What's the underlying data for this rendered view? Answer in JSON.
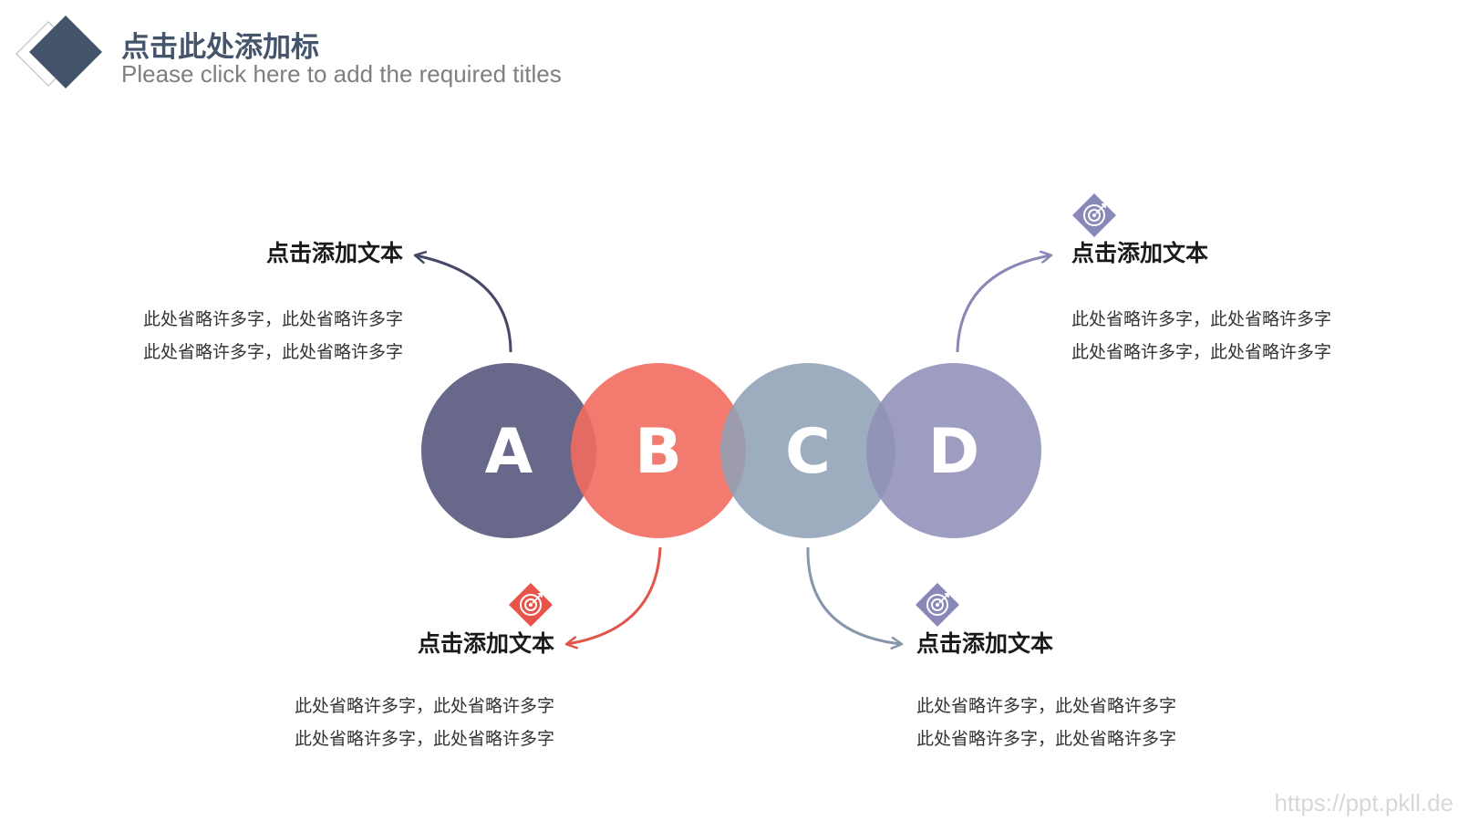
{
  "header": {
    "title": "点击此处添加标",
    "subtitle": "Please click here to add the required titles"
  },
  "colors": {
    "header_diamond": "#44546a",
    "circle_a": "#5b5b80",
    "circle_b": "#f26b5f",
    "circle_c": "#8fa0b5",
    "circle_d": "#8f8fb8",
    "accent_red": "#e8544a",
    "accent_purple": "#8a88b8"
  },
  "circles": [
    {
      "letter": "A"
    },
    {
      "letter": "B"
    },
    {
      "letter": "C"
    },
    {
      "letter": "D"
    }
  ],
  "nodes": {
    "a": {
      "title": "点击添加文本",
      "lines": [
        "此处省略许多字，此处省略许多字",
        "此处省略许多字，此处省略许多字"
      ]
    },
    "b": {
      "title": "点击添加文本",
      "icon": "target-icon",
      "lines": [
        "此处省略许多字，此处省略许多字",
        "此处省略许多字，此处省略许多字"
      ]
    },
    "c": {
      "title": "点击添加文本",
      "icon": "target-icon",
      "lines": [
        "此处省略许多字，此处省略许多字",
        "此处省略许多字，此处省略许多字"
      ]
    },
    "d": {
      "title": "点击添加文本",
      "icon": "target-icon",
      "lines": [
        "此处省略许多字，此处省略许多字",
        "此处省略许多字，此处省略许多字"
      ]
    }
  },
  "watermark": "https://ppt.pkll.de"
}
